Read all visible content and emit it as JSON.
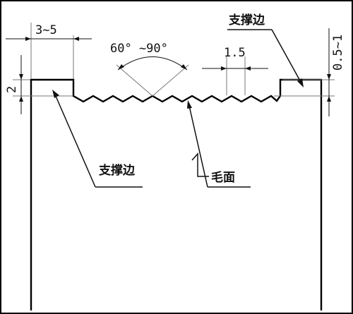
{
  "labels": {
    "support_edge_top": "支撑边",
    "support_edge_bottom": "支撑边",
    "rough_surface": "毛面"
  },
  "dimensions": {
    "ledge_width": "3~5",
    "angle_range": "60° ~90°",
    "tooth_pitch": "1.5",
    "ledge_height": "2",
    "ledge_offset": "0.5~1"
  }
}
